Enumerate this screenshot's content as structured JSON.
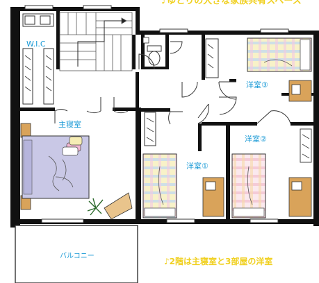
{
  "header_text": "♪ゆとりの大きな家族共有スペース",
  "rooms": {
    "wic": "W.I.C",
    "master": "主寝室",
    "western1": "洋室①",
    "western2": "洋室②",
    "western3": "洋室③",
    "balcony": "バルコニー"
  },
  "caption": "♪2階は主寝室と3部屋の洋室",
  "colors": {
    "wall": "#111111",
    "label_blue": "#1a9ad6",
    "caption_yellow": "#f0d020",
    "bed_lavender": "#c9c8e6",
    "bed_plaid": "#f4e7a8",
    "bed_pink": "#f6d6dc",
    "desk": "#d9a35a",
    "pillow_pink": "#f2b7d2",
    "pillow_cream": "#f6edb5"
  }
}
